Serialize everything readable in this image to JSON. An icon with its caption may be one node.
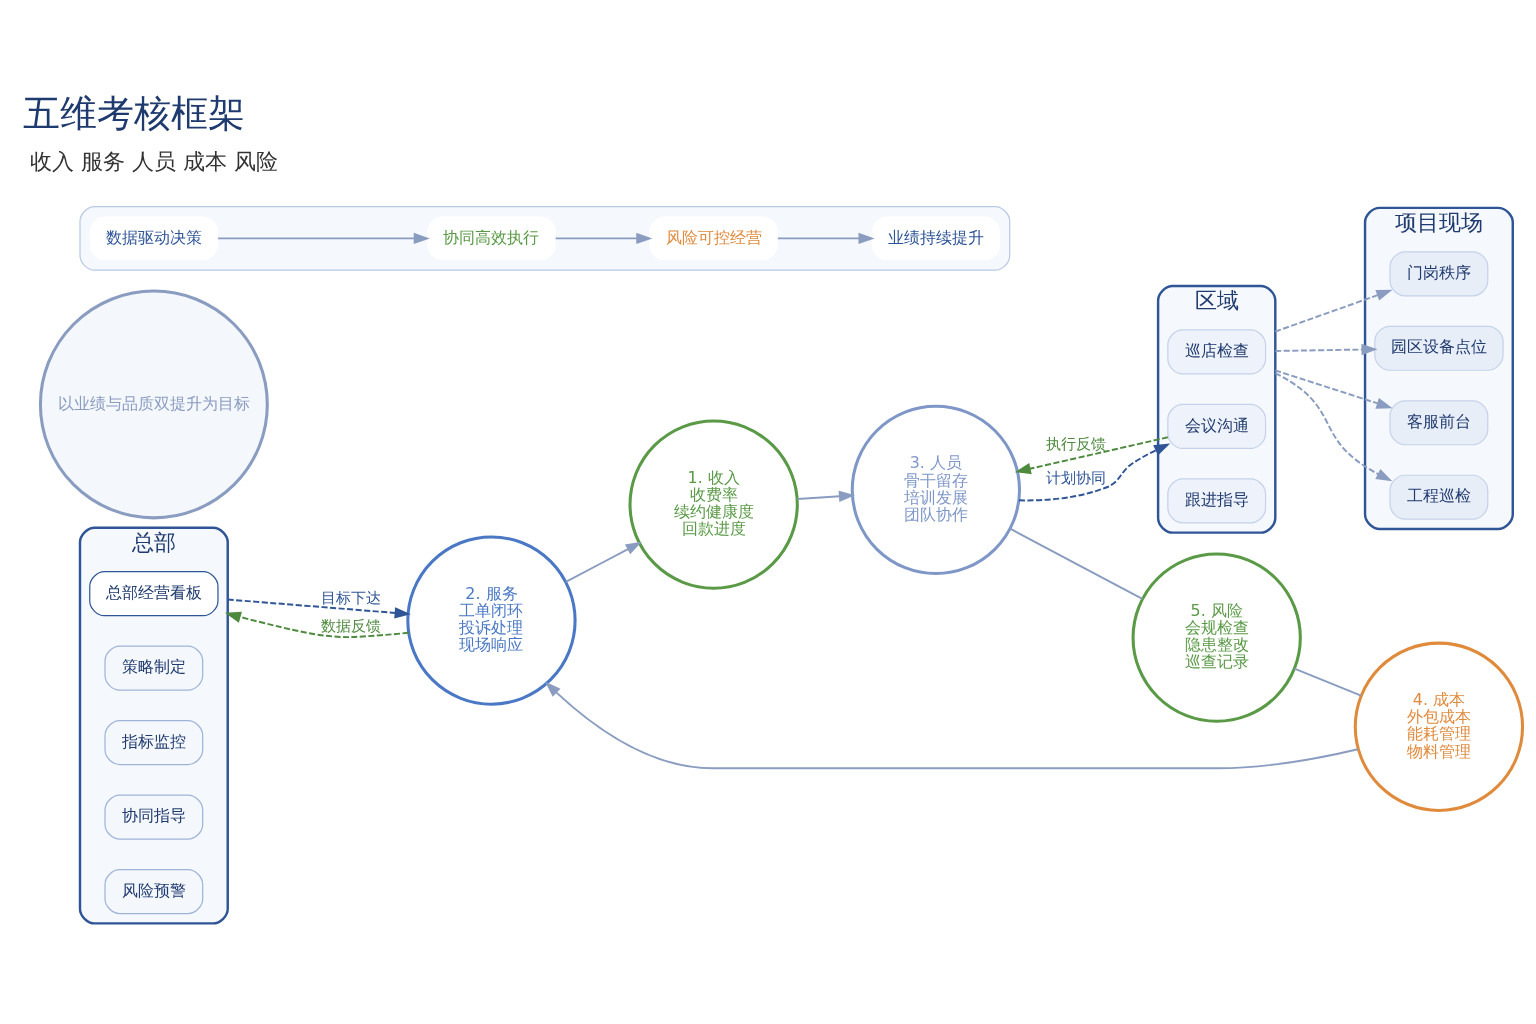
{
  "diagram": {
    "title": "五维考核框架",
    "nodes": [
      {
        "text": [
          "总部"
        ]
      },
      {
        "text": [
          "总部经营看板"
        ],
        "in": 0
      },
      {
        "text": [
          "策略制定"
        ],
        "in": 0
      },
      {
        "text": [
          "指标监控"
        ],
        "in": 0
      },
      {
        "text": [
          "协同指导"
        ],
        "in": 0
      },
      {
        "text": [
          "风险预警"
        ],
        "in": 0
      },
      {
        "text": [
          "1. 收入",
          "收费率",
          "续约健康度",
          "回款进度"
        ]
      },
      {
        "text": [
          "2. 服务",
          "工单闭环",
          "投诉处理",
          "现场响应"
        ]
      },
      {
        "text": [
          "3. 人员",
          "骨干留存",
          "培训发展",
          "团队协作"
        ]
      },
      {
        "text": [
          "以业绩与品质双提升为目标"
        ]
      },
      {
        "text": [
          "4. 成本",
          "外包成本",
          "能耗管理",
          "物料管理"
        ]
      },
      {
        "text": [
          "5. 风险",
          "会规检查",
          "隐患整改",
          "巡查记录"
        ]
      },
      {
        "text": [
          "区域"
        ]
      },
      {
        "text": [
          "巡店检查"
        ],
        "in": 12
      },
      {
        "text": [
          "会议沟通"
        ],
        "in": 12
      },
      {
        "text": [
          "跟进指导"
        ],
        "in": 12
      },
      {
        "text": [
          "项目现场"
        ]
      },
      {
        "text": [
          "客服前台"
        ],
        "in": 16
      },
      {
        "text": [
          "工程巡检"
        ],
        "in": 16
      },
      {
        "text": [
          "门岗秩序"
        ],
        "in": 16
      },
      {
        "text": [
          "园区设备点位"
        ],
        "in": 16
      },
      {
        "text": [],
        "shape": "box"
      },
      {
        "text": [
          "数据驱动决策"
        ],
        "in": 21
      },
      {
        "text": [
          "协同高效执行"
        ],
        "in": 21
      },
      {
        "text": [
          "风险可控经营"
        ],
        "in": 21
      },
      {
        "text": [
          "业绩持续提升"
        ],
        "in": 21
      }
    ],
    "edges": [
      {
        "from": 0,
        "to": 7,
        "arrow": "to",
        "label": "目标下达",
        "style": "dashed",
        "color": "#2f5597"
      },
      {
        "from": 7,
        "to": 0,
        "arrow": "to",
        "label": "数据反馈",
        "style": "dashed",
        "color": "#4e8a3e"
      },
      {
        "from": 8,
        "to": 14,
        "arrow": "to",
        "label": "计划协同",
        "style": "dashed",
        "color": "#2f5597"
      },
      {
        "from": 14,
        "to": 8,
        "arrow": "to",
        "label": "执行反馈",
        "style": "dashed",
        "color": "#4e8a3e"
      },
      {
        "from": 12,
        "to": 17,
        "arrow": "to",
        "style": "dashed"
      },
      {
        "from": 12,
        "to": 18,
        "arrow": "to",
        "style": "dashed"
      },
      {
        "from": 12,
        "to": 19,
        "arrow": "to",
        "style": "dashed"
      },
      {
        "from": 12,
        "to": 20,
        "arrow": "to",
        "style": "dashed"
      },
      {
        "from": 7,
        "to": 6,
        "arrow": "to"
      },
      {
        "from": 6,
        "to": 8,
        "arrow": "to"
      },
      {
        "from": 10,
        "to": 7,
        "arrow": "to"
      },
      {
        "from": 8,
        "to": 11,
        "arrow": "none"
      },
      {
        "from": 11,
        "to": 10,
        "arrow": "none"
      },
      {
        "from": 22,
        "to": 23,
        "arrow": "to"
      },
      {
        "from": 23,
        "to": 24,
        "arrow": "to"
      },
      {
        "from": 24,
        "to": 25,
        "arrow": "to"
      }
    ],
    "labels": [
      "收入 服务 人员 成本 风险"
    ]
  }
}
